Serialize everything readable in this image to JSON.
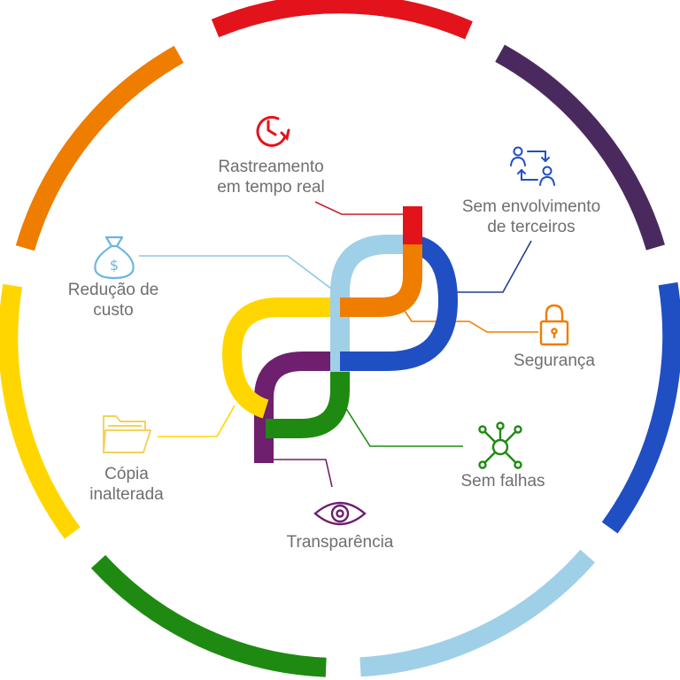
{
  "colors": {
    "red": "#e3131b",
    "purple": "#4a2a5e",
    "blue": "#1f4fc2",
    "light_blue": "#9fd0e8",
    "green": "#1f8a11",
    "yellow": "#ffd600",
    "orange": "#ee7d00",
    "label_text": "#6f6f72",
    "transparency_purple": "#6e1f6e"
  },
  "features": {
    "tracking": {
      "line1": "Rastreamento",
      "line2": "em tempo real",
      "icon": "clock-icon"
    },
    "third_parties": {
      "line1": "Sem envolvimento",
      "line2": "de terceiros",
      "icon": "people-exchange-icon"
    },
    "cost": {
      "line1": "Redução de",
      "line2": "custo",
      "icon": "money-bag-icon"
    },
    "security": {
      "line1": "Segurança",
      "icon": "padlock-icon"
    },
    "copy": {
      "line1": "Cópia",
      "line2": "inalterada",
      "icon": "folder-icon"
    },
    "flaws": {
      "line1": "Sem falhas",
      "icon": "network-icon"
    },
    "transparency": {
      "line1": "Transparência",
      "icon": "eye-icon"
    }
  }
}
